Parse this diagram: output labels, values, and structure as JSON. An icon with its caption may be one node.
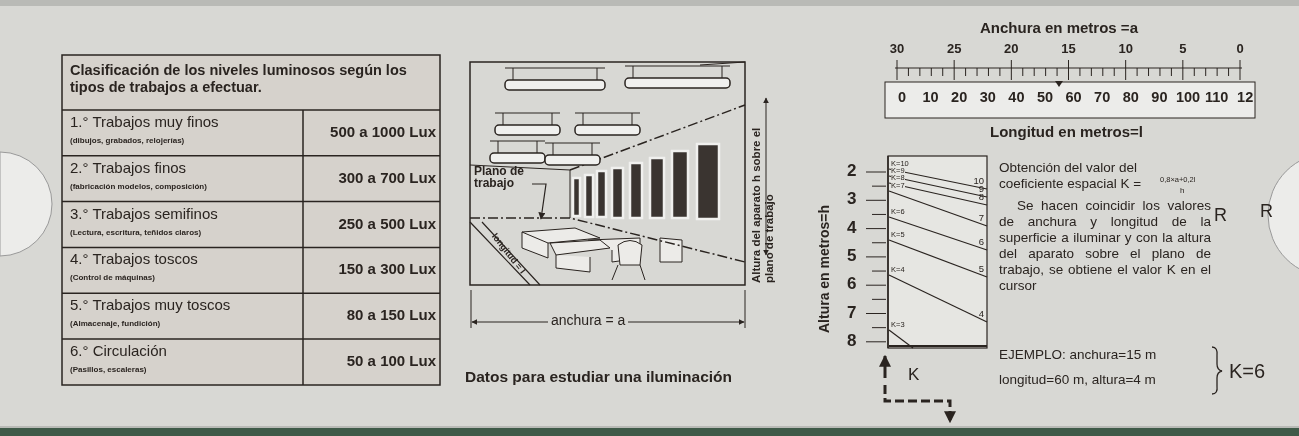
{
  "diagram": {
    "nodes": [
      {
        "text": [
          "Plano de trabajo"
        ]
      },
      {
        "text": [],
        "shape": "picture"
      }
    ],
    "edges": [
      {
        "from": 0,
        "to": 1,
        "arrow": "to"
      }
    ],
    "labels": [
      "Clasificación de los niveles luminosos según los tipos de trabajos a efectuar.",
      "1.° Trabajos muy finos",
      "(dibujos, grabados, relojerías)",
      "500 a 1000 Lux",
      "2.° Trabajos finos",
      "(fabricación modelos, composición)",
      "300 a 700 Lux",
      "3.° Trabajos semifinos",
      "(Lectura, escritura, teñidos claros)",
      "250 a 500 Lux",
      "4.° Trabajos toscos",
      "(Control de máquinas)",
      "150 a 300 Lux",
      "5.° Trabajos muy toscos",
      "(Almacenaje, fundición)",
      "80 a 150 Lux",
      "6.° Circulación",
      "(Pasillos, escaleras)",
      "50 a 100 Lux",
      "Altura del aparato h sobre el plano de trabajo",
      "longitud = l",
      "anchura = a",
      "Datos para estudiar una iluminación",
      "Anchura en metros =a",
      "30",
      "25",
      "20",
      "15",
      "10",
      "5",
      "0",
      "0",
      "10",
      "20",
      "30",
      "40",
      "50",
      "60",
      "70",
      "80",
      "90",
      "100",
      "110",
      "12",
      "Longitud en metros=l",
      "Altura en metros=h",
      "2",
      "3",
      "4",
      "5",
      "6",
      "7",
      "8",
      "K=10",
      "K=9",
      "K=8",
      "K=7",
      "K=6",
      "K=5",
      "K=4",
      "K=3",
      "10",
      "9",
      "8",
      "7",
      "6",
      "5",
      "4",
      "Obtención del valor del coeficiente espacial K =",
      "0,8×a+0,2l",
      "h",
      "Se hacen coincidir los valores de anchura y longitud de la superficie a iluminar y con la altura del aparato sobre el plano de trabajo, se obtiene el valor K en el cursor",
      "R",
      "R",
      "EJEMPLO: anchura=15 m",
      "K",
      "longitud=60 m, altura=4 m",
      "K=6"
    ]
  }
}
